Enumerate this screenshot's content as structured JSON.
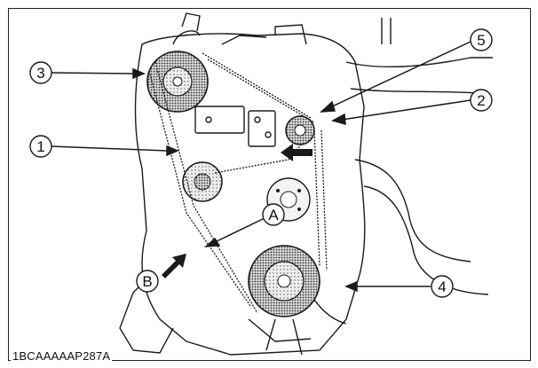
{
  "figure": {
    "id": "1BCAAAAAP287A",
    "callouts": [
      {
        "key": "c3",
        "label": "3",
        "shape": "circle"
      },
      {
        "key": "c5",
        "label": "5",
        "shape": "circle"
      },
      {
        "key": "c2",
        "label": "2",
        "shape": "circle"
      },
      {
        "key": "c1",
        "label": "1",
        "shape": "circle"
      },
      {
        "key": "cA",
        "label": "A",
        "shape": "circle"
      },
      {
        "key": "cB",
        "label": "B",
        "shape": "circle"
      },
      {
        "key": "c4",
        "label": "4",
        "shape": "circle"
      }
    ]
  },
  "colors": {
    "line": "#1a1a1a",
    "stipple": "#9a9a9a",
    "background": "#ffffff"
  }
}
